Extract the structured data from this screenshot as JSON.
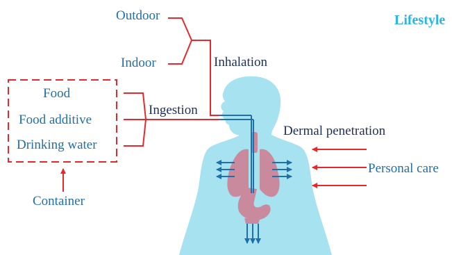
{
  "title": "Lifestyle",
  "routes": {
    "inhalation": {
      "label": "Inhalation",
      "sources": [
        "Outdoor",
        "Indoor"
      ]
    },
    "ingestion": {
      "label": "Ingestion",
      "sources": [
        "Food",
        "Food additive",
        "Drinking water"
      ],
      "origin": "Container"
    },
    "dermal": {
      "label": "Dermal penetration",
      "sources": [
        "Personal care"
      ]
    }
  },
  "colors": {
    "body": "#a6e2ef",
    "organs": "#c98a9e",
    "connector": "#e8272b",
    "arrow_blue": "#1f6fa8",
    "title": "#29b6e6"
  }
}
